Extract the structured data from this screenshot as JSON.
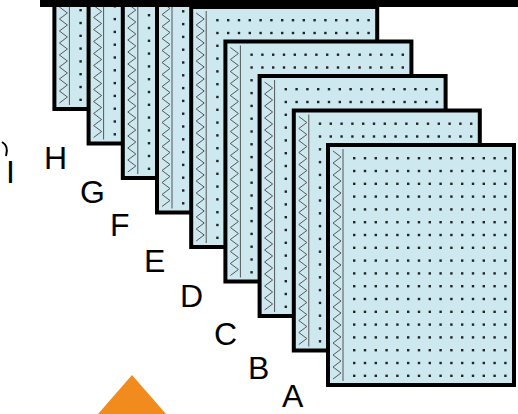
{
  "diagram": {
    "labels": [
      "I",
      "H",
      "G",
      "F",
      "E",
      "D",
      "C",
      "B",
      "A"
    ]
  }
}
